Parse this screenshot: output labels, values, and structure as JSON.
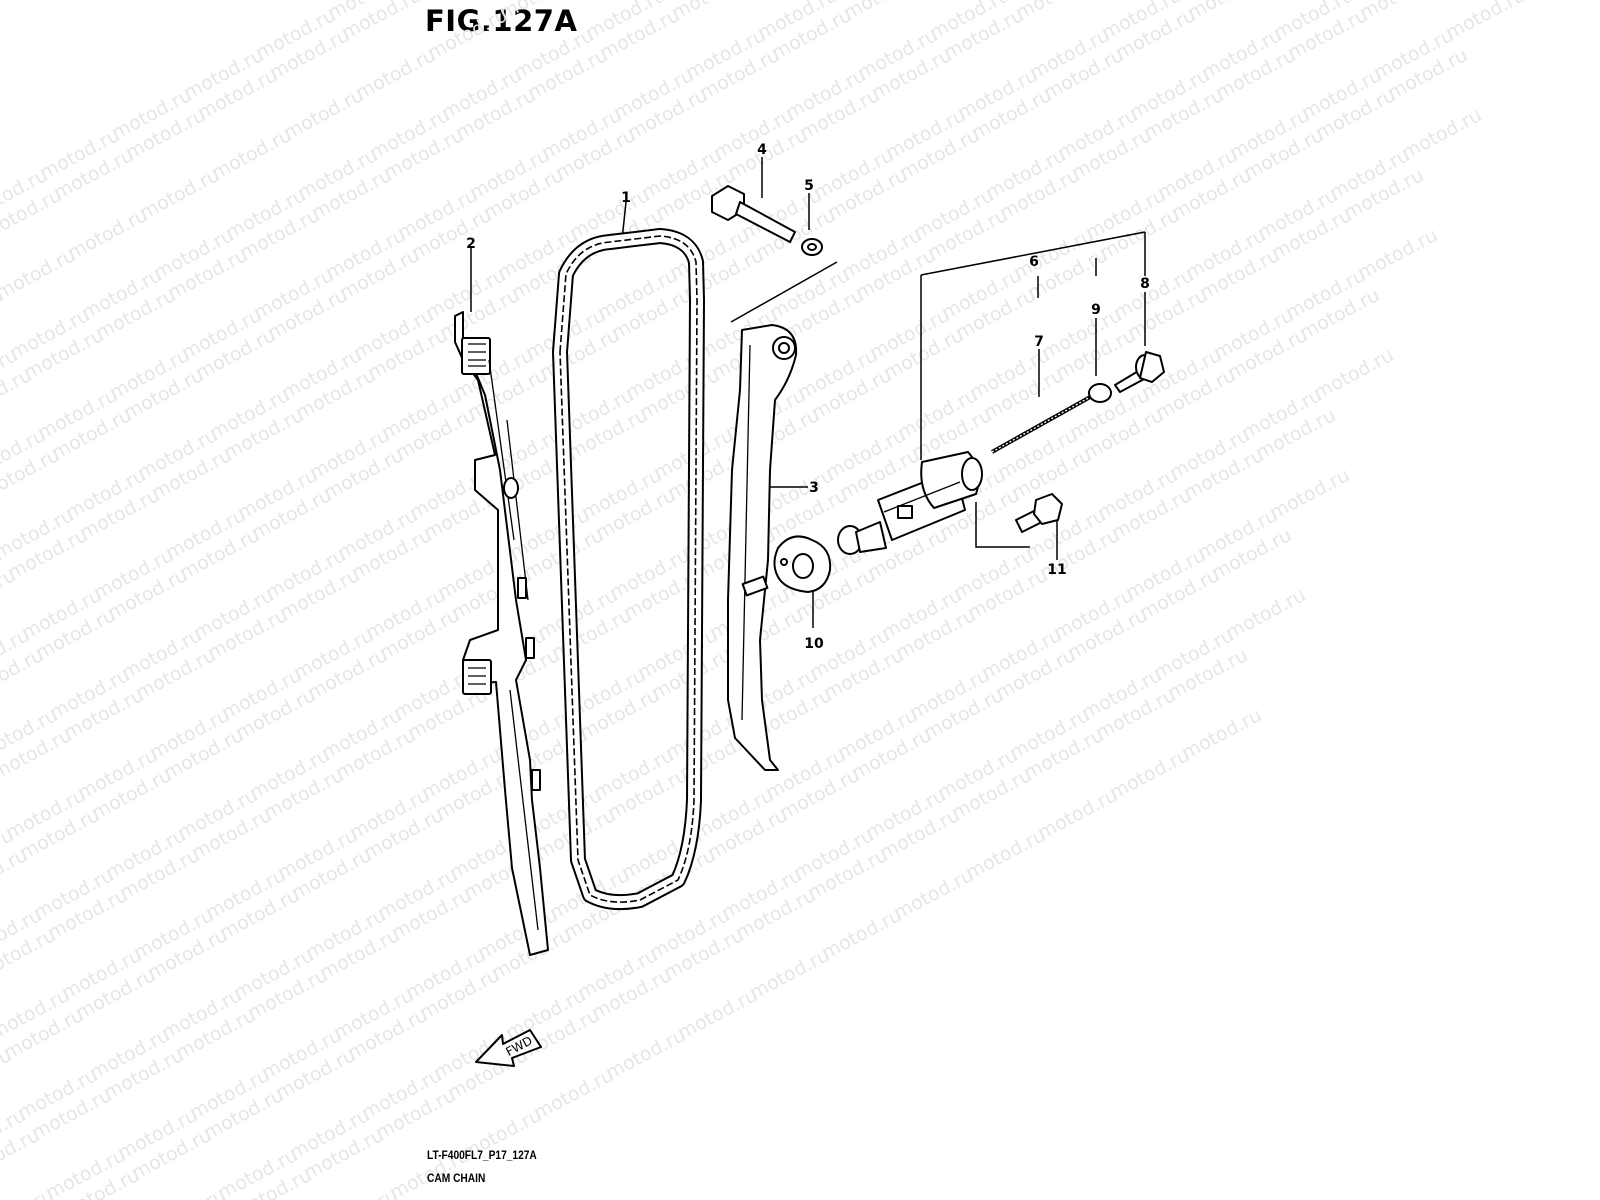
{
  "figure_title": "FIG.127A",
  "watermark": "motod.ru",
  "fwd_label": "FWD",
  "drawing_code": "LT-F400FL7_P17_127A",
  "drawing_name": "CAM CHAIN",
  "callouts": [
    "1",
    "2",
    "3",
    "4",
    "5",
    "6",
    "7",
    "8",
    "9",
    "10",
    "11"
  ]
}
